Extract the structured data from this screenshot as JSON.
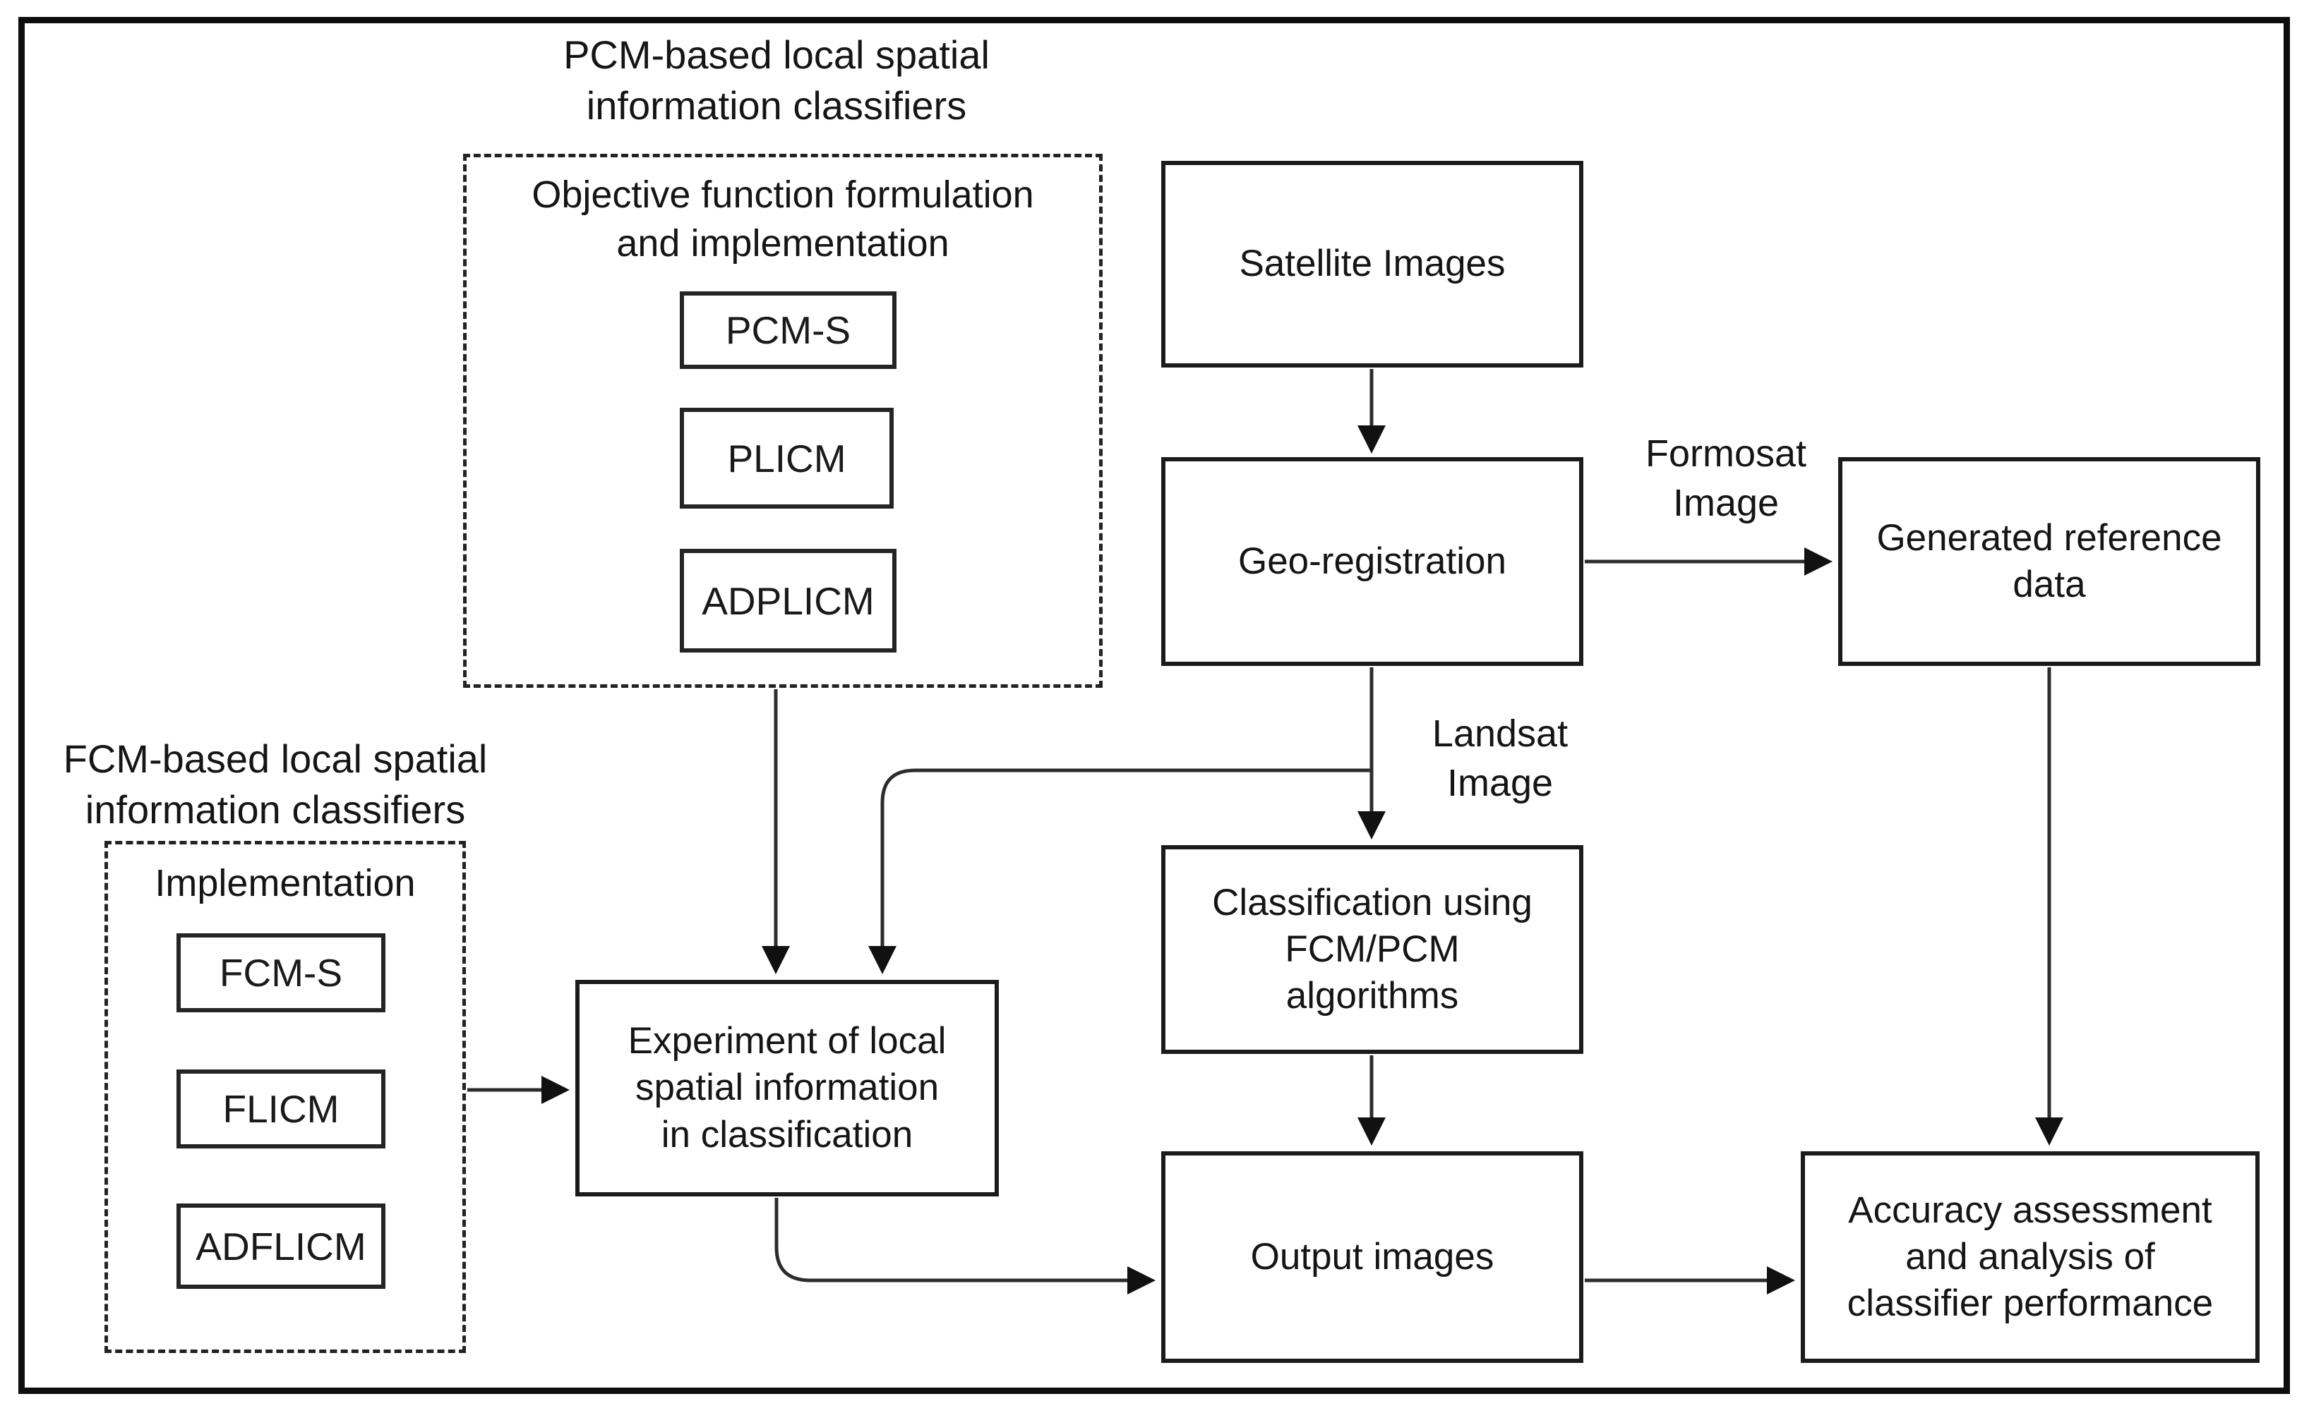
{
  "diagram": {
    "groups": {
      "pcm": {
        "title": "PCM-based local spatial\ninformation classifiers",
        "inner_title": "Objective function formulation\nand implementation",
        "items": [
          "PCM-S",
          "PLICM",
          "ADPLICM"
        ]
      },
      "fcm": {
        "title": "FCM-based local spatial\ninformation classifiers",
        "inner_title": "Implementation",
        "items": [
          "FCM-S",
          "FLICM",
          "ADFLICM"
        ]
      }
    },
    "nodes": {
      "satellite": "Satellite Images",
      "geo_registration": "Geo-registration",
      "generated_reference": "Generated reference\ndata",
      "classification": "Classification using\nFCM/PCM\nalgorithms",
      "experiment": "Experiment of local\nspatial information\nin classification",
      "output": "Output images",
      "accuracy": "Accuracy assessment\nand analysis of\nclassifier performance"
    },
    "edge_labels": {
      "formosat": "Formosat\nImage",
      "landsat": "Landsat\nImage"
    },
    "colors": {
      "line": "#2c2c2c",
      "arrowhead": "#111111",
      "box_border": "#1b1b1b",
      "text": "#151515",
      "background": "#ffffff"
    }
  }
}
